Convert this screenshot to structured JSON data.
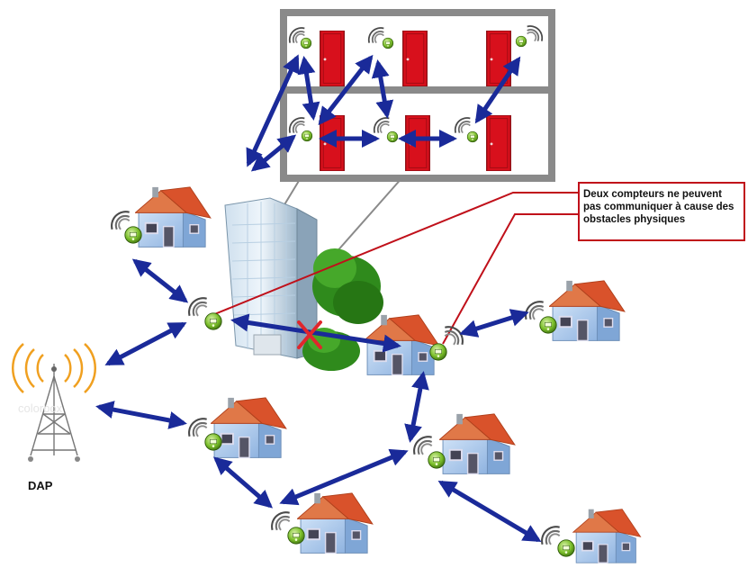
{
  "diagram": {
    "callout_text": "Deux compteurs ne peuvent pas communiquer à cause des obstacles physiques",
    "dap_label": "DAP",
    "watermark": "colorbox"
  },
  "colors": {
    "arrow": "#1a2a99",
    "door": "#d8101c",
    "frame": "#8a8a8a",
    "callout_border": "#c0101a",
    "roof": "#d9522b",
    "house_wall": "#a9c8ee",
    "meter": "#7bbf2a",
    "antenna_wave": "#f0a020",
    "tree": "#2f8a1c",
    "cross": "#e0262c"
  },
  "icons": [
    "house-icon",
    "smart-meter-icon",
    "wireless-signal-icon",
    "door-icon",
    "antenna-tower-icon",
    "office-building-icon",
    "tree-icon",
    "blocked-cross-icon"
  ]
}
